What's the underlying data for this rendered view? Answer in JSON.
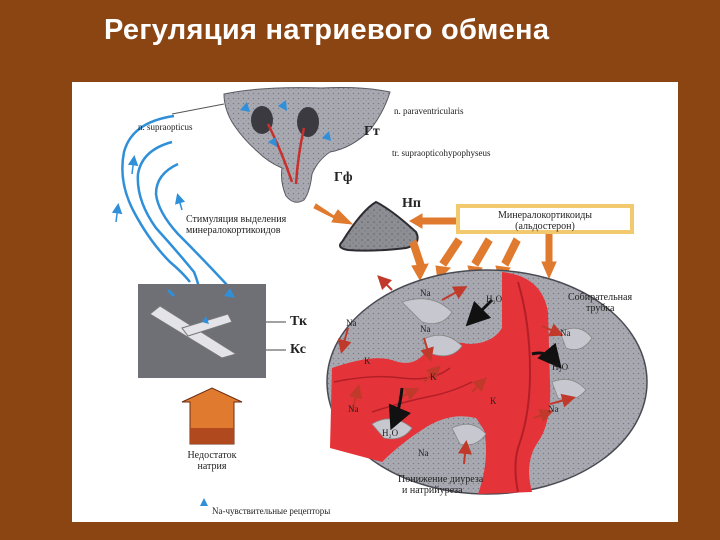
{
  "slide": {
    "title": "Регуляция натриевого обмена"
  },
  "labels": {
    "supraopticus": "n. supraopticus",
    "paraventricularis": "n. paraventricularis",
    "gt": "Гт",
    "supraopticohypophyseus": "tr. supraopticohypophyseus",
    "gf": "Гф",
    "np": "Нп",
    "stimulation": "Стимуляция выделения",
    "stimulation2": "минералокортикоидов",
    "mineral1": "Минералокортикоиды",
    "mineral2": "(альдостерон)",
    "collecting1": "Собирательная",
    "collecting2": "трубка",
    "tk": "Тк",
    "ks": "Кс",
    "deficit1": "Недостаток",
    "deficit2": "натрия",
    "reduction1": "Понижение диуреза",
    "reduction2": "и натрийуреза",
    "receptors": "Na-чувствительные рецепторы"
  },
  "ions": {
    "na": "Na",
    "k": "K",
    "h2o": "H₂O"
  },
  "colors": {
    "slide_bg": "#8b4513",
    "panel_bg": "#ffffff",
    "blood": "#e5333a",
    "tissue": "#b4b4bc",
    "arrow_orange": "#e07a2e",
    "nerve_blue": "#2f8fd8",
    "box_border": "#f3c970"
  }
}
